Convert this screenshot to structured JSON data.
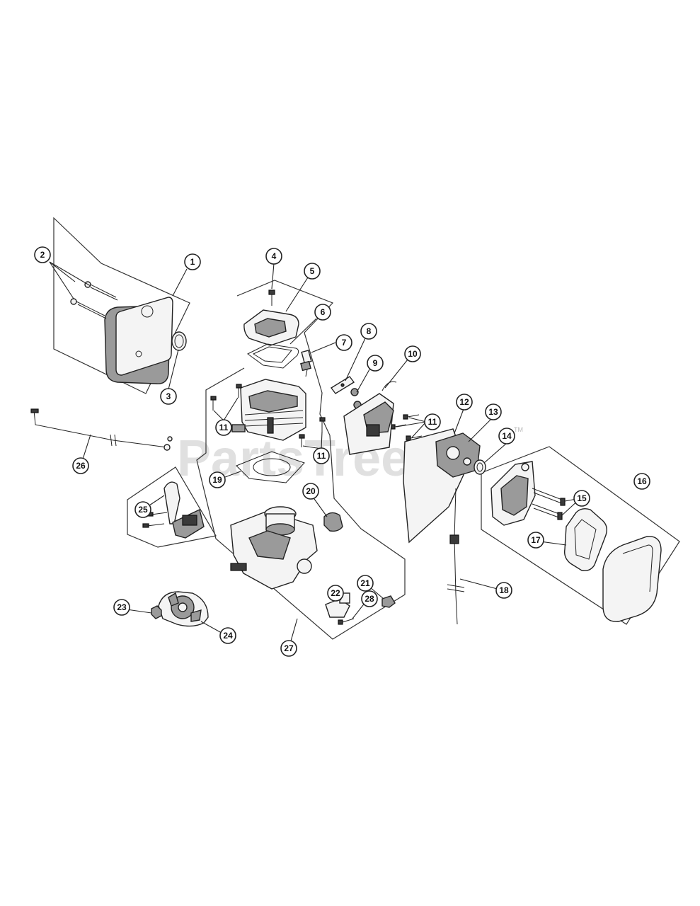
{
  "watermark": {
    "brand": "PartsTree",
    "mark": "TM"
  },
  "callouts": [
    {
      "label": "1"
    },
    {
      "label": "2"
    },
    {
      "label": "3"
    },
    {
      "label": "4"
    },
    {
      "label": "5"
    },
    {
      "label": "6"
    },
    {
      "label": "7"
    },
    {
      "label": "8"
    },
    {
      "label": "9"
    },
    {
      "label": "10"
    },
    {
      "label": "11"
    },
    {
      "label": "11"
    },
    {
      "label": "11"
    },
    {
      "label": "12"
    },
    {
      "label": "13"
    },
    {
      "label": "14"
    },
    {
      "label": "15"
    },
    {
      "label": "16"
    },
    {
      "label": "17"
    },
    {
      "label": "18"
    },
    {
      "label": "19"
    },
    {
      "label": "20"
    },
    {
      "label": "21"
    },
    {
      "label": "22"
    },
    {
      "label": "23"
    },
    {
      "label": "24"
    },
    {
      "label": "25"
    },
    {
      "label": "26"
    },
    {
      "label": "27"
    },
    {
      "label": "28"
    }
  ]
}
